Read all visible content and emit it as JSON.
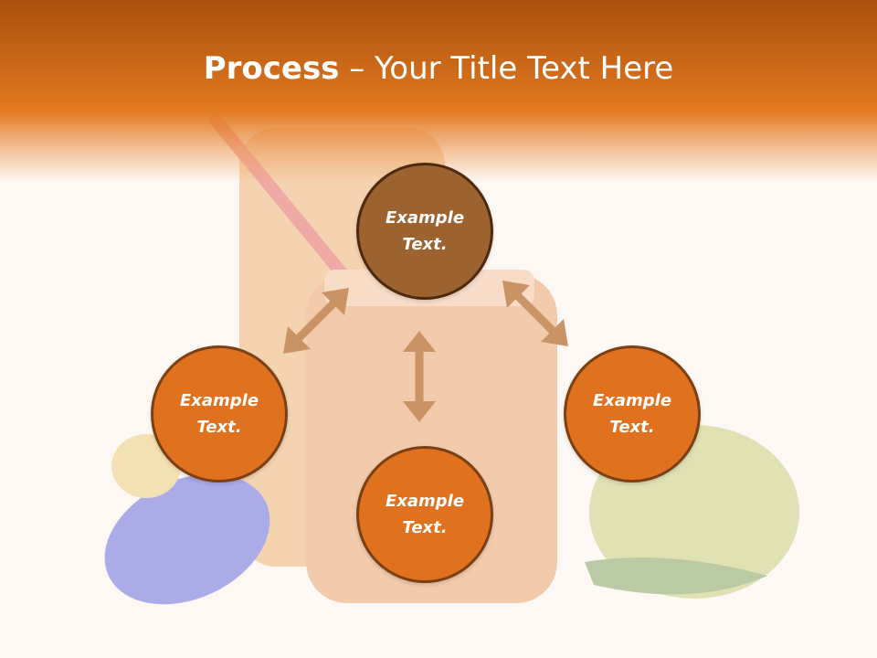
{
  "slide": {
    "title_bold": "Process",
    "title_rest": " – Your Title Text Here"
  },
  "nodes": {
    "top": {
      "line1": "Example",
      "line2": "Text."
    },
    "left": {
      "line1": "Example",
      "line2": "Text."
    },
    "right": {
      "line1": "Example",
      "line2": "Text."
    },
    "bottom": {
      "line1": "Example",
      "line2": "Text."
    }
  },
  "colors": {
    "header": "#e2781f",
    "circle_fill": "#e0721f",
    "circle_top_fill": "#9c622f",
    "arrow": "#c99366"
  }
}
